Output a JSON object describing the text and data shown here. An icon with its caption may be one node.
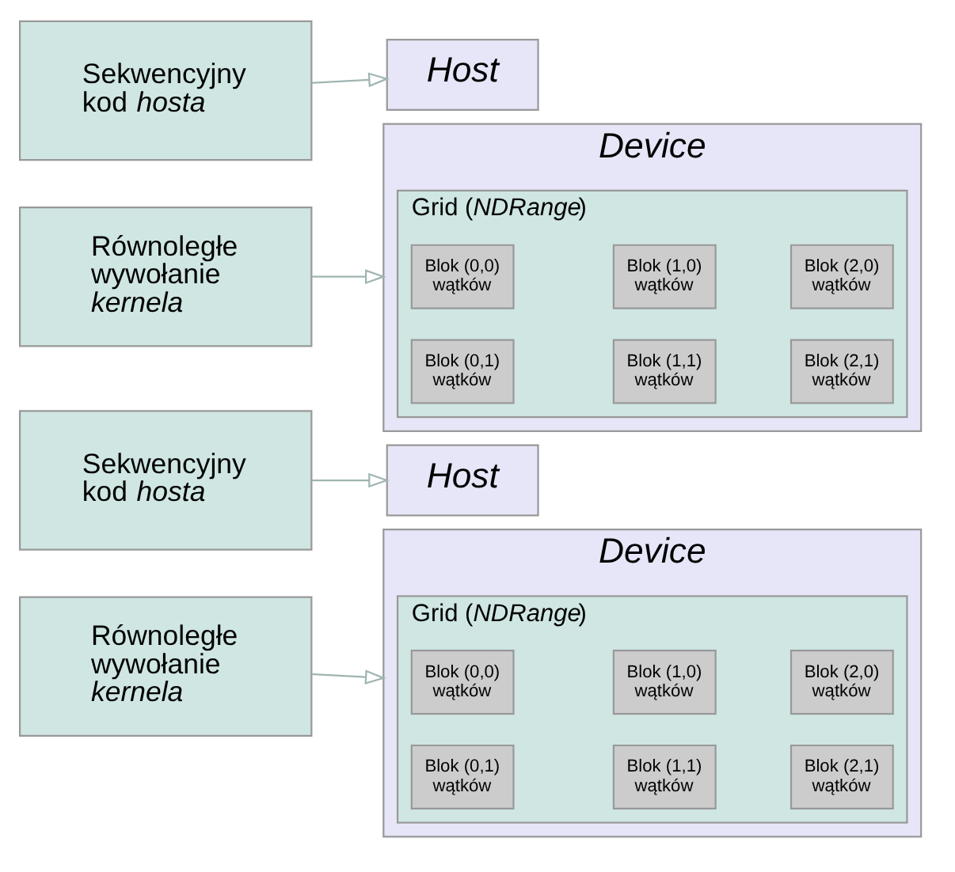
{
  "diagram": {
    "nodes": [
      {
        "text": [
          "Sekwencyjny kod *hosta*"
        ]
      },
      {
        "text": [
          "Równoległe wywołanie *kernela*"
        ]
      },
      {
        "text": [
          "Sekwencyjny kod *hosta*"
        ]
      },
      {
        "text": [
          "Równoległe wywołanie *kernela*"
        ]
      },
      {
        "text": [
          "Host"
        ]
      },
      {
        "text": [
          "Device"
        ]
      },
      {
        "text": [
          "Grid (*NDRange*)"
        ],
        "in": 5
      },
      {
        "text": [
          "Blok (0,0) wątków"
        ],
        "in": 6
      },
      {
        "text": [
          "Blok (1,0) wątków"
        ],
        "in": 6
      },
      {
        "text": [
          "Blok (2,0) wątków"
        ],
        "in": 6
      },
      {
        "text": [
          "Blok (0,1) wątków"
        ],
        "in": 6
      },
      {
        "text": [
          "Blok (1,1) wątków"
        ],
        "in": 6
      },
      {
        "text": [
          "Blok (2,1) wątków"
        ],
        "in": 6
      },
      {
        "text": [
          "Host"
        ]
      },
      {
        "text": [
          "Device"
        ]
      },
      {
        "text": [
          "Grid (*NDRange*)"
        ],
        "in": 14
      },
      {
        "text": [
          "Blok (0,0) wątków"
        ],
        "in": 15
      },
      {
        "text": [
          "Blok (1,0) wątków"
        ],
        "in": 15
      },
      {
        "text": [
          "Blok (2,0) wątków"
        ],
        "in": 15
      },
      {
        "text": [
          "Blok (0,1) wątków"
        ],
        "in": 15
      },
      {
        "text": [
          "Blok (1,1) wątków"
        ],
        "in": 15
      },
      {
        "text": [
          "Blok (2,1) wątków"
        ],
        "in": 15
      }
    ],
    "edges": [
      {
        "from": 0,
        "to": 4,
        "arrow": "to"
      },
      {
        "from": 1,
        "to": 5,
        "arrow": "to"
      },
      {
        "from": 2,
        "to": 13,
        "arrow": "to"
      },
      {
        "from": 3,
        "to": 14,
        "arrow": "to"
      }
    ]
  }
}
